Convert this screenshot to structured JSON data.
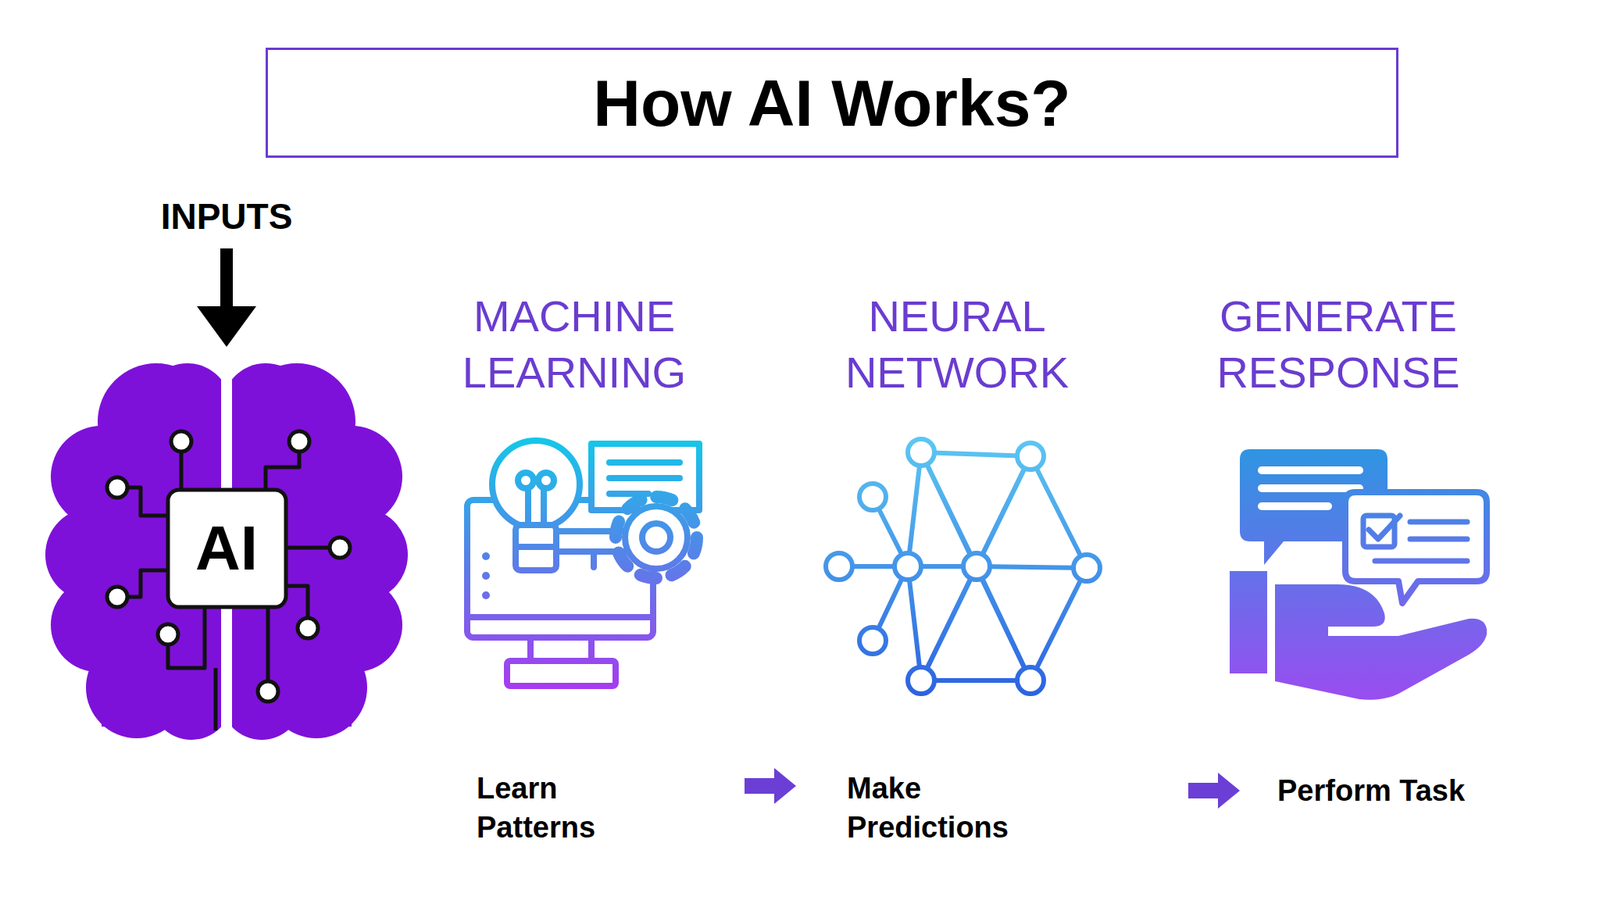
{
  "diagram": {
    "title": "How AI Works?",
    "nodes": [
      {
        "text": [
          "INPUTS"
        ]
      },
      {
        "text": [
          "AI"
        ]
      },
      {
        "text": [
          "MACHINE LEARNING",
          "Learn Patterns"
        ]
      },
      {
        "text": [
          "NEURAL NETWORK",
          "Make Predictions"
        ]
      },
      {
        "text": [
          "GENERATE RESPONSE",
          "Perform Task"
        ]
      }
    ],
    "edges": [
      {
        "from": 0,
        "to": 1,
        "arrow": "to"
      },
      {
        "from": 2,
        "to": 3,
        "arrow": "to"
      },
      {
        "from": 3,
        "to": 4,
        "arrow": "to"
      }
    ]
  }
}
